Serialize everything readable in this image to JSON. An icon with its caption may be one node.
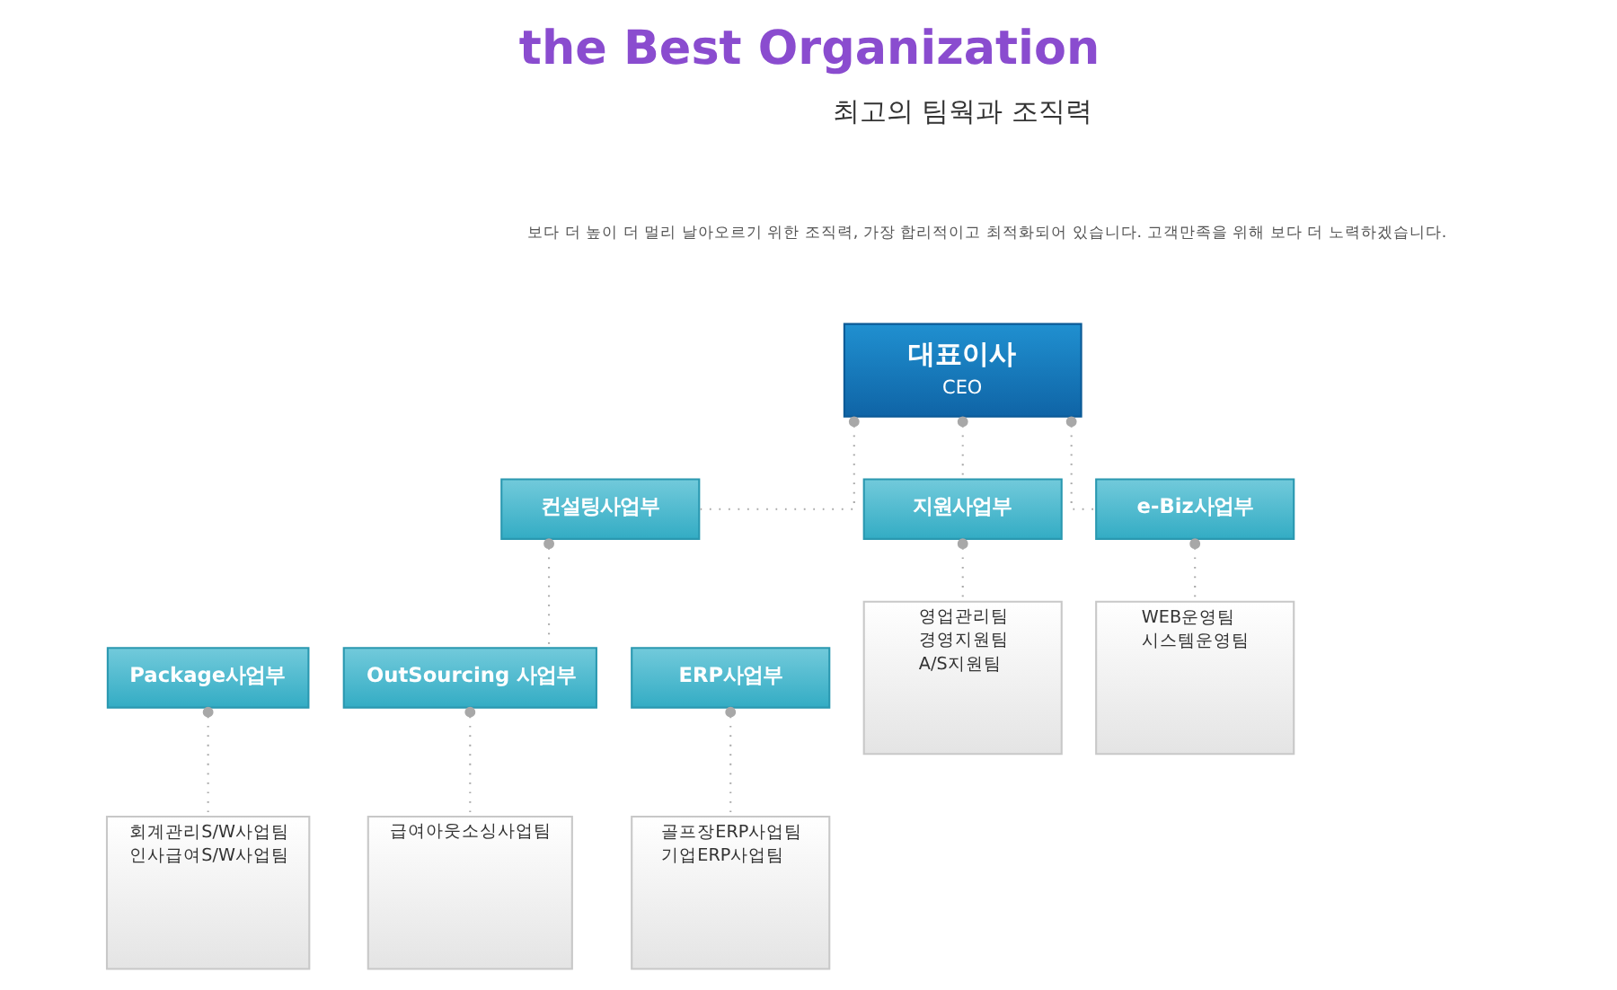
{
  "diagram": {
    "title": "the Best Organization",
    "nodes": [
      {
        "text": [
          "대표이사",
          "CEO"
        ]
      },
      {
        "text": [
          "컨설팅사업부"
        ]
      },
      {
        "text": [
          "지원사업부"
        ]
      },
      {
        "text": [
          "e-Biz사업부"
        ]
      },
      {
        "text": [
          "Package사업부"
        ]
      },
      {
        "text": [
          "OutSourcing 사업부"
        ]
      },
      {
        "text": [
          "ERP사업부"
        ]
      },
      {
        "text": [
          "영업관리팀",
          "경영지원팀",
          "A/S지원팀"
        ]
      },
      {
        "text": [
          "WEB운영팀",
          "시스템운영팀"
        ]
      },
      {
        "text": [
          "회계관리S/W사업팀",
          "인사급여S/W사업팀"
        ]
      },
      {
        "text": [
          "급여아웃소싱사업팀"
        ]
      },
      {
        "text": [
          "골프장ERP사업팀",
          "기업ERP사업팀"
        ]
      }
    ],
    "edges": [
      {
        "from": 0,
        "to": 1,
        "arrow": "other"
      },
      {
        "from": 0,
        "to": 2,
        "arrow": "other"
      },
      {
        "from": 0,
        "to": 3,
        "arrow": "other"
      },
      {
        "from": 1,
        "to": 5,
        "arrow": "other"
      },
      {
        "from": 2,
        "to": 7,
        "arrow": "other"
      },
      {
        "from": 3,
        "to": 8,
        "arrow": "other"
      },
      {
        "from": 4,
        "to": 9,
        "arrow": "other"
      },
      {
        "from": 5,
        "to": 10,
        "arrow": "other"
      },
      {
        "from": 6,
        "to": 11,
        "arrow": "other"
      }
    ],
    "labels": [
      "최고의 팀웍과 조직력",
      "보다 더 높이 더 멀리 날아오르기 위한 조직력, 가장 합리적이고 최적화되어 있습니다. 고객만족을 위해 보다 더 노력하겠습니다."
    ]
  }
}
